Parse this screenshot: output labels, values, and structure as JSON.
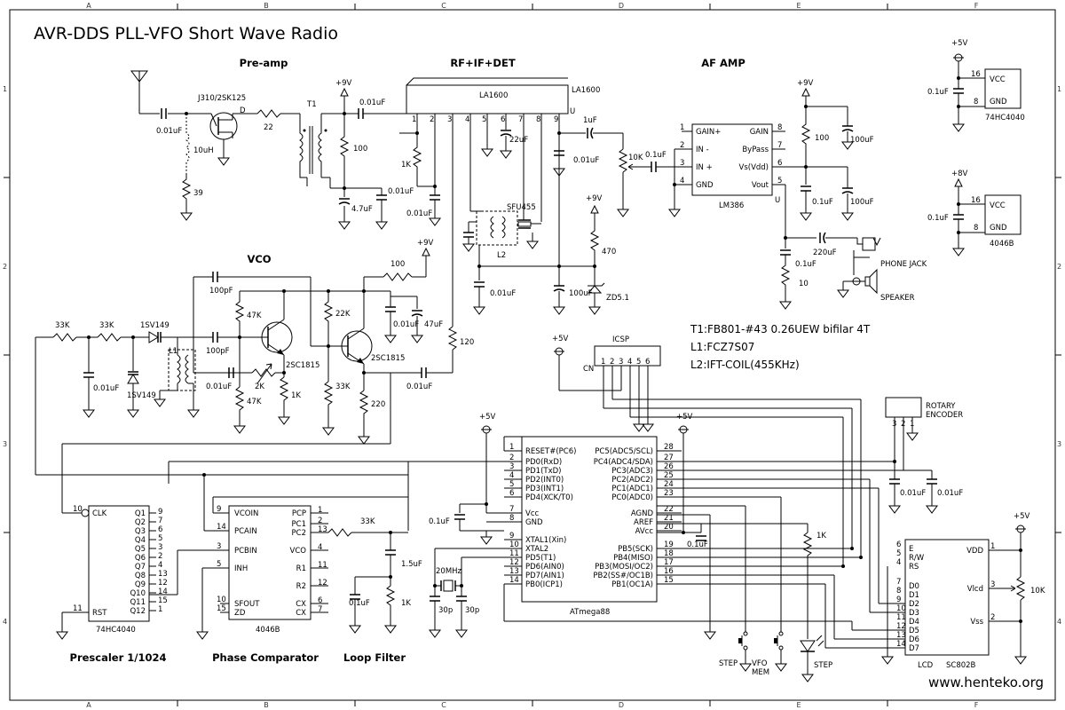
{
  "title": "AVR-DDS PLL-VFO Short Wave Radio",
  "sections": {
    "preamp": "Pre-amp",
    "rf": "RF+IF+DET",
    "af": "AF AMP",
    "vco": "VCO",
    "prescaler": "Prescaler 1/1024",
    "phase": "Phase Comparator",
    "loop": "Loop Filter"
  },
  "notes": [
    "T1:FB801-#43 0.26UEW bifilar 4T",
    "L1:FCZ7S07",
    "L2:IFT-COIL(455KHz)"
  ],
  "website": "www.henteko.org",
  "grid": {
    "cols": [
      "A",
      "B",
      "C",
      "D",
      "E",
      "F"
    ],
    "rows": [
      "1",
      "2",
      "3",
      "4"
    ]
  },
  "ics": {
    "la1600": {
      "name": "LA1600",
      "name2": "LA1600",
      "suffix": "U",
      "pins": [
        "1",
        "2",
        "3",
        "4",
        "5",
        "6",
        "7",
        "8",
        "9"
      ]
    },
    "lm386": {
      "name": "LM386",
      "suffix": "U",
      "left": [
        "GAIN+",
        "IN -",
        "IN +",
        "GND"
      ],
      "left_nums": [
        "1",
        "2",
        "3",
        "4"
      ],
      "right": [
        "GAIN",
        "ByPass",
        "Vs(Vdd)",
        "Vout"
      ],
      "right_nums": [
        "8",
        "7",
        "6",
        "5"
      ]
    },
    "hc4040_top": {
      "name": "74HC4040",
      "pins": [
        "VCC",
        "GND"
      ],
      "nums": [
        "16",
        "8"
      ]
    },
    "cd4046_top": {
      "name": "4046B",
      "pins": [
        "VCC",
        "GND"
      ],
      "nums": [
        "16",
        "8"
      ]
    },
    "hc4040": {
      "name": "74HC4040",
      "left": [
        "CLK",
        "RST"
      ],
      "left_nums": [
        "10",
        "11"
      ],
      "right": [
        "Q1",
        "Q2",
        "Q3",
        "Q4",
        "Q5",
        "Q6",
        "Q7",
        "Q8",
        "Q9",
        "Q10",
        "Q11",
        "Q12"
      ],
      "right_nums": [
        "9",
        "7",
        "6",
        "5",
        "3",
        "2",
        "4",
        "13",
        "12",
        "14",
        "15",
        "1"
      ]
    },
    "cd4046": {
      "name": "4046B",
      "left": [
        "VCOIN",
        "PCAIN",
        "PCBIN",
        "INH",
        "SFOUT",
        "ZD"
      ],
      "left_nums": [
        "9",
        "14",
        "3",
        "5",
        "10",
        "15"
      ],
      "right": [
        "PCP",
        "PC1",
        "PC2",
        "VCO",
        "R1",
        "R2",
        "CX",
        "CX"
      ],
      "right_nums": [
        "1",
        "2",
        "13",
        "4",
        "11",
        "12",
        "6",
        "7"
      ]
    },
    "atmega": {
      "name": "ATmega88",
      "left": [
        "RESET#(PC6)",
        "PD0(RxD)",
        "PD1(TxD)",
        "PD2(INT0)",
        "PD3(INT1)",
        "PD4(XCK/T0)",
        "Vcc",
        "GND",
        "XTAL1(Xin)",
        "XTAL2",
        "PD5(T1)",
        "PD6(AIN0)",
        "PD7(AIN1)",
        "PB0(ICP1)"
      ],
      "left_nums": [
        "1",
        "2",
        "3",
        "4",
        "5",
        "6",
        "7",
        "8",
        "9",
        "10",
        "11",
        "12",
        "13",
        "14"
      ],
      "right": [
        "PC5(ADC5/SCL)",
        "PC4(ADC4/SDA)",
        "PC3(ADC3)",
        "PC2(ADC2)",
        "PC1(ADC1)",
        "PC0(ADC0)",
        "AGND",
        "AREF",
        "AVcc",
        "PB5(SCK)",
        "PB4(MISO)",
        "PB3(MOSI/OC2)",
        "PB2(SS#/OC1B)",
        "PB1(OC1A)"
      ],
      "right_nums": [
        "28",
        "27",
        "26",
        "25",
        "24",
        "23",
        "22",
        "21",
        "20",
        "19",
        "18",
        "17",
        "16",
        "15"
      ]
    },
    "lcd": {
      "name": "LCD",
      "name2": "SC802B",
      "left": [
        "E",
        "R/W",
        "RS",
        "D0",
        "D1",
        "D2",
        "D3",
        "D4",
        "D5",
        "D6",
        "D7"
      ],
      "left_nums": [
        "6",
        "5",
        "4",
        "7",
        "8",
        "9",
        "10",
        "11",
        "12",
        "13",
        "14"
      ],
      "right": [
        "VDD",
        "Vlcd",
        "Vss"
      ],
      "right_nums": [
        "1",
        "3",
        "2"
      ]
    },
    "icsp": {
      "name": "ICSP",
      "cn": "CN",
      "pins": [
        "1",
        "2",
        "3",
        "4",
        "5",
        "6"
      ]
    },
    "encoder": {
      "name": "ROTARY",
      "name2": "ENCODER",
      "pins": [
        "3",
        "2",
        "1"
      ]
    }
  },
  "labels": {
    "ant_c": "0.01uF",
    "l_10uh": "10uH",
    "r_39": "39",
    "fet": "J310/2SK125",
    "fet_d": "D",
    "r_22": "22",
    "t1": "T1",
    "v9a": "+9V",
    "c_001_a": "0.01uF",
    "r_100a": "100",
    "c_47": "4.7uF",
    "c_001_b": "0.01uF",
    "r_1k_a": "1K",
    "c_001_c": "0.01uF",
    "c_22u": "22uF",
    "sfu": "SFU455",
    "l2": "L2",
    "c_001_d": "0.01uF",
    "c_1u": "1uF",
    "c_001_e": "0.01uF",
    "v9b": "+9V",
    "r_470": "470",
    "c_100u_a": "100uF",
    "zd": "ZD5.1",
    "pot_10k": "10K",
    "c_01u_a": "0.1uF",
    "v9c": "+9V",
    "r_100b": "100",
    "c_100u_b": "100uF",
    "c_01u_b": "0.1uF",
    "c_100u_c": "100uF",
    "c_01u_c": "0.1uF",
    "r_10": "10",
    "c_220u": "220uF",
    "phone": "PHONE JACK",
    "speaker": "SPEAKER",
    "v5_a": "+5V",
    "c_01u_d": "0.1uF",
    "v8": "+8V",
    "c_01u_e": "0.1uF",
    "c_100p_a": "100pF",
    "r_100c": "100",
    "v9d": "+9V",
    "r_47k_a": "47K",
    "r_22k": "22K",
    "c_001_f": "0.01uF",
    "c_47u": "47uF",
    "r_33k_a": "33K",
    "r_33k_b": "33K",
    "d_1sv149_a": "1SV149",
    "l1": "L1",
    "c_100p_b": "100pF",
    "q_a": "2SC1815",
    "q_b": "2SC1815",
    "r_120": "120",
    "c_001_g": "0.01uF",
    "d_1sv149_b": "1SV149",
    "c_001_h": "0.01uF",
    "r_2k": "2K",
    "r_47k_b": "47K",
    "r_1k_b": "1K",
    "r_33k_c": "33K",
    "r_220": "220",
    "c_001_i": "0.01uF",
    "v5_b": "+5V",
    "v5_c": "+5V",
    "v5_d": "+5V",
    "c_01u_f": "0.1uF",
    "xtal": "20MHz",
    "c_30p_a": "30p",
    "c_30p_b": "30p",
    "c_01u_g": "0.1uF",
    "c_001_j": "0.01uF",
    "c_001_k": "0.01uF",
    "r_1k_c": "1K",
    "r_33k_d": "33K",
    "c_15u": "1.5uF",
    "c_01u_h": "0.1uF",
    "r_1k_d": "1K",
    "step_a": "STEP",
    "vfo": "VFO",
    "mem": "MEM",
    "step_b": "STEP",
    "v5_e": "+5V",
    "pot_10k_b": "10K"
  }
}
